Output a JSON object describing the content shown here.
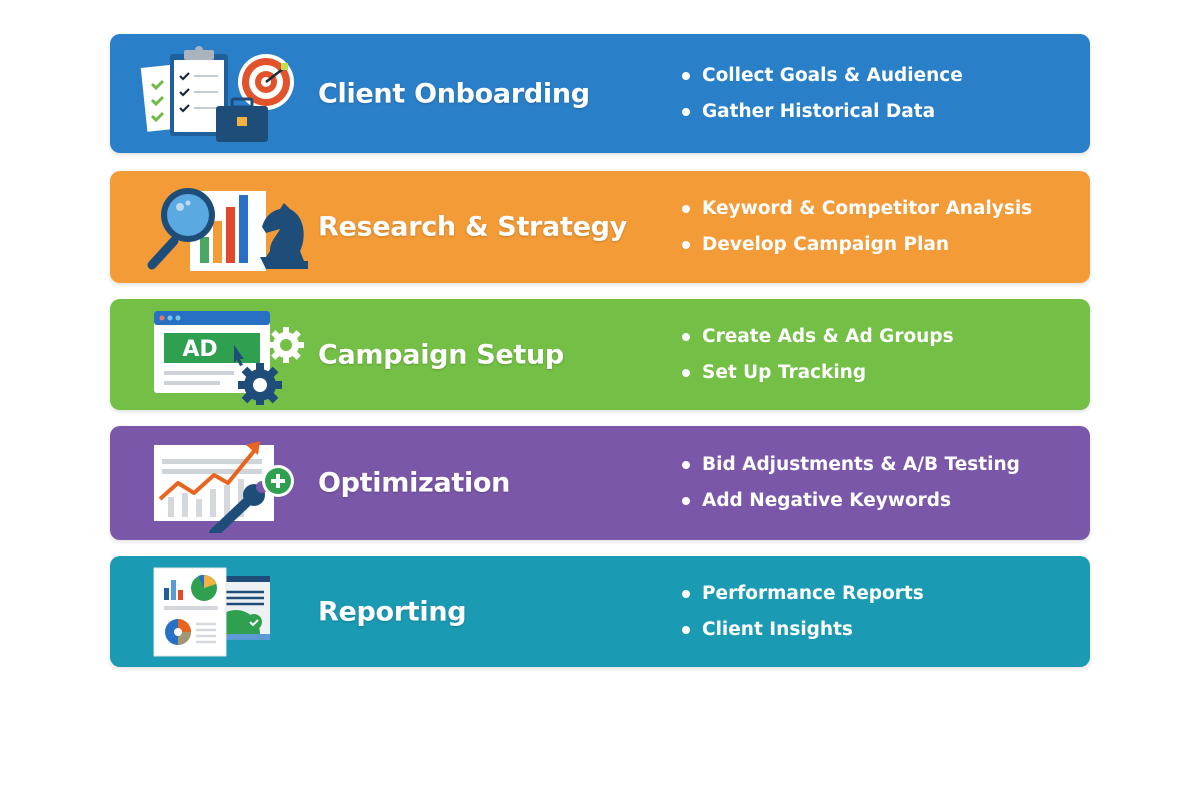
{
  "stages": [
    {
      "title": "Client Onboarding",
      "color": "#2a7fc9",
      "icon": "clipboard-target-briefcase-icon",
      "bullets": [
        "Collect Goals & Audience",
        "Gather Historical Data"
      ]
    },
    {
      "title": "Research & Strategy",
      "color": "#f39b36",
      "icon": "magnifier-chart-chess-knight-icon",
      "bullets": [
        "Keyword & Competitor Analysis",
        "Develop Campaign Plan"
      ]
    },
    {
      "title": "Campaign Setup",
      "color": "#74bf45",
      "icon": "ad-window-gears-icon",
      "bullets": [
        "Create Ads & Ad Groups",
        "Set Up Tracking"
      ]
    },
    {
      "title": "Optimization",
      "color": "#7a57a8",
      "icon": "trend-chart-wrench-plus-icon",
      "bullets": [
        "Bid Adjustments & A/B Testing",
        "Add Negative Keywords"
      ]
    },
    {
      "title": "Reporting",
      "color": "#1a9bb3",
      "icon": "report-dashboard-icon",
      "bullets": [
        "Performance Reports",
        "Client Insights"
      ]
    }
  ]
}
